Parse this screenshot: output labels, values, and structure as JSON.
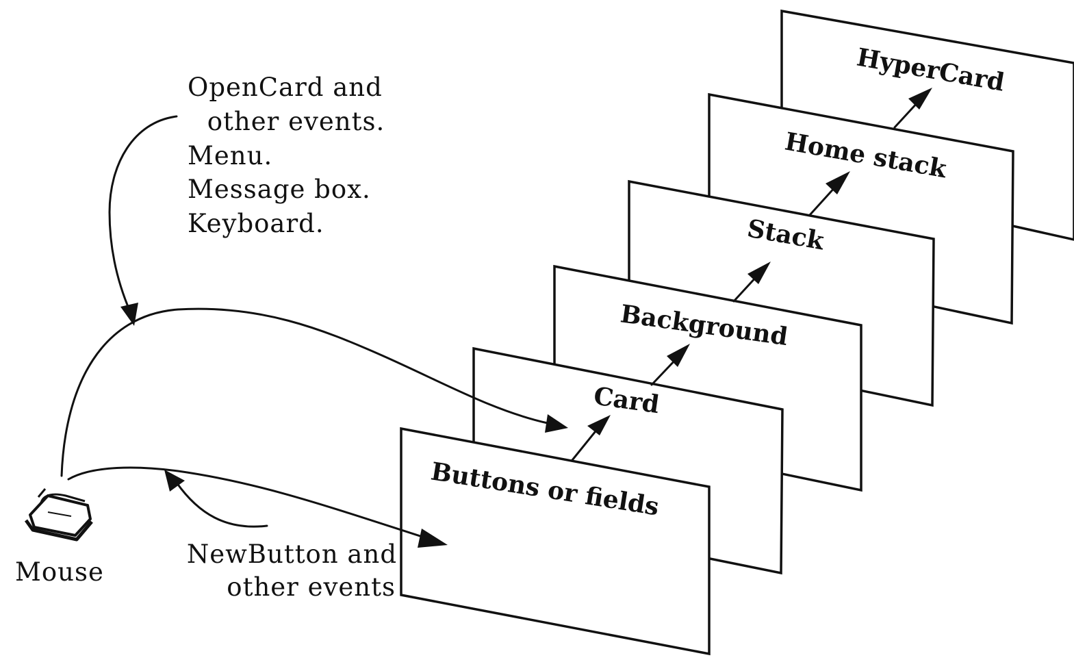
{
  "diagram": {
    "cards": [
      {
        "id": "hypercard",
        "label": "HyperCard"
      },
      {
        "id": "home_stack",
        "label": "Home stack"
      },
      {
        "id": "stack",
        "label": "Stack"
      },
      {
        "id": "background",
        "label": "Background"
      },
      {
        "id": "card",
        "label": "Card"
      },
      {
        "id": "buttons_fields",
        "label": "Buttons or fields"
      }
    ],
    "notes": {
      "opencard_lines": [
        "OpenCard and",
        " other events.",
        "Menu.",
        "Message box.",
        "Keyboard."
      ],
      "newbutton_lines": [
        "NewButton and",
        "other events"
      ],
      "mouse_label": "Mouse"
    },
    "colors": {
      "ink": "#111111",
      "paper": "#ffffff"
    },
    "icons": {
      "mouse": "mouse-icon"
    }
  }
}
